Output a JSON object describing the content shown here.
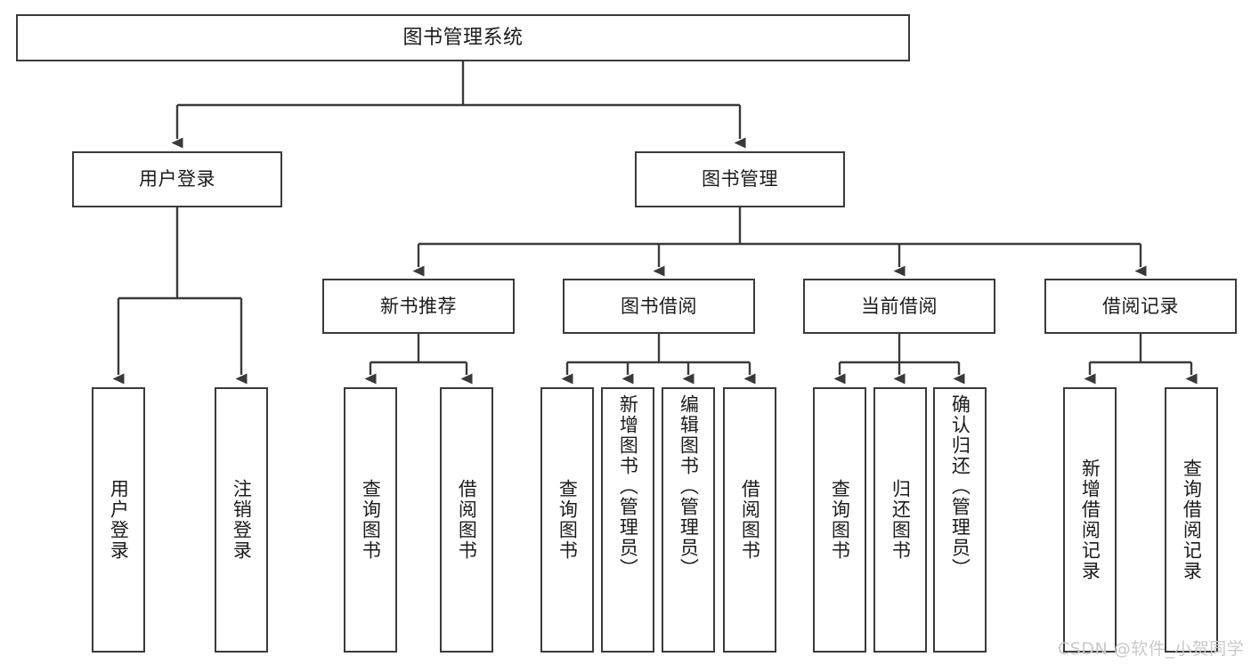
{
  "diagram": {
    "title": "图书管理系统",
    "type": "tree-hierarchy",
    "stroke_color": "#3a3a3a",
    "text_color": "#1b1b1b",
    "background": "#ffffff"
  },
  "root": {
    "label": "图书管理系统"
  },
  "level2": [
    {
      "label": "用户登录"
    },
    {
      "label": "图书管理"
    }
  ],
  "level3": [
    {
      "label": "新书推荐"
    },
    {
      "label": "图书借阅"
    },
    {
      "label": "当前借阅"
    },
    {
      "label": "借阅记录"
    }
  ],
  "leaves": {
    "user_login": [
      {
        "label": "用户登录"
      },
      {
        "label": "注销登录"
      }
    ],
    "new_book": [
      {
        "label": "查询图书"
      },
      {
        "label": "借阅图书"
      }
    ],
    "book_borrow": [
      {
        "label": "查询图书"
      },
      {
        "label": "新增图书（管理员）"
      },
      {
        "label": "编辑图书（管理员）"
      },
      {
        "label": "借阅图书"
      }
    ],
    "current_borrow": [
      {
        "label": "查询图书"
      },
      {
        "label": "归还图书"
      },
      {
        "label": "确认归还（管理员）"
      }
    ],
    "borrow_record": [
      {
        "label": "新增借阅记录"
      },
      {
        "label": "查询借阅记录"
      }
    ]
  },
  "watermark": {
    "text": "CSDN @软件_小贺同学",
    "color": "#c9c9c9"
  }
}
